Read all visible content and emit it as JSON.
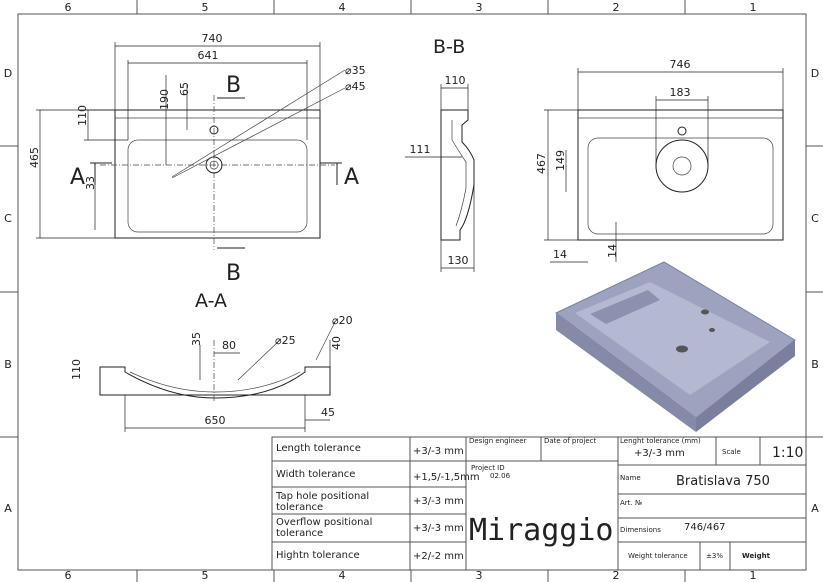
{
  "grid": {
    "columns": [
      "6",
      "5",
      "4",
      "3",
      "2",
      "1"
    ],
    "rows": [
      "D",
      "C",
      "B",
      "A"
    ]
  },
  "top_view": {
    "dims": [
      "740",
      "641",
      "190",
      "65",
      "110",
      "465",
      "33"
    ],
    "diameters": [
      "⌀35",
      "⌀45"
    ],
    "section_markers": [
      "A",
      "A",
      "B",
      "B"
    ]
  },
  "section_bb": {
    "title": "B-B",
    "dims": [
      "110",
      "111",
      "130"
    ]
  },
  "side_view": {
    "dims": [
      "746",
      "183",
      "467",
      "149",
      "14",
      "14"
    ]
  },
  "section_aa": {
    "title": "A-A",
    "dims": [
      "35",
      "80",
      "40",
      "110",
      "650",
      "45"
    ],
    "diameters": [
      "⌀25",
      "⌀20"
    ]
  },
  "title_block": {
    "tolerances": [
      {
        "label": "Length tolerance",
        "value": "+3/-3 mm"
      },
      {
        "label": "Width tolerance",
        "value": "+1,5/-1,5mm"
      },
      {
        "label_l1": "Tap hole positional",
        "label_l2": "tolerance",
        "value": "+3/-3 mm"
      },
      {
        "label_l1": "Overflow positional",
        "label_l2": "tolerance",
        "value": "+3/-3 mm"
      },
      {
        "label": "Hightn tolerance",
        "value": "+2/-2 mm"
      }
    ],
    "design_engineer": "Design engineer",
    "date_of_project": "Date of project",
    "project_id_label": "Project ID",
    "project_id_value": "02.06",
    "brand": "Miraggio",
    "length_tol_label": "Lenght tolerance (mm)",
    "length_tol_value": "+3/-3 mm",
    "scale_label": "Scale",
    "scale_value": "1:10",
    "name_label": "Name",
    "name_value": "Bratislava 750",
    "art_label": "Art. №",
    "dimensions_label": "Dimensions",
    "dimensions_value": "746/467",
    "weight_tol_label": "Weight tolerance",
    "weight_tol_value": "±3%",
    "weight_label": "Weight"
  }
}
